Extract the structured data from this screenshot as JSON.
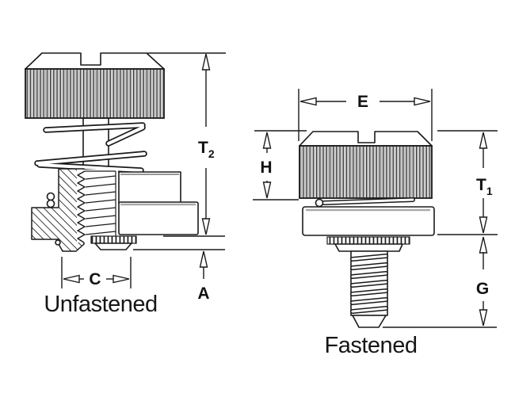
{
  "left_figure": {
    "caption": "Unfastened",
    "dimensions": {
      "t_main": "T",
      "t_sub": "2",
      "a": "A",
      "c": "C"
    }
  },
  "right_figure": {
    "caption": "Fastened",
    "dimensions": {
      "e": "E",
      "h": "H",
      "t_main": "T",
      "t_sub": "1",
      "g": "G"
    }
  },
  "colors": {
    "line": "#1a1a1a",
    "background": "#ffffff"
  }
}
